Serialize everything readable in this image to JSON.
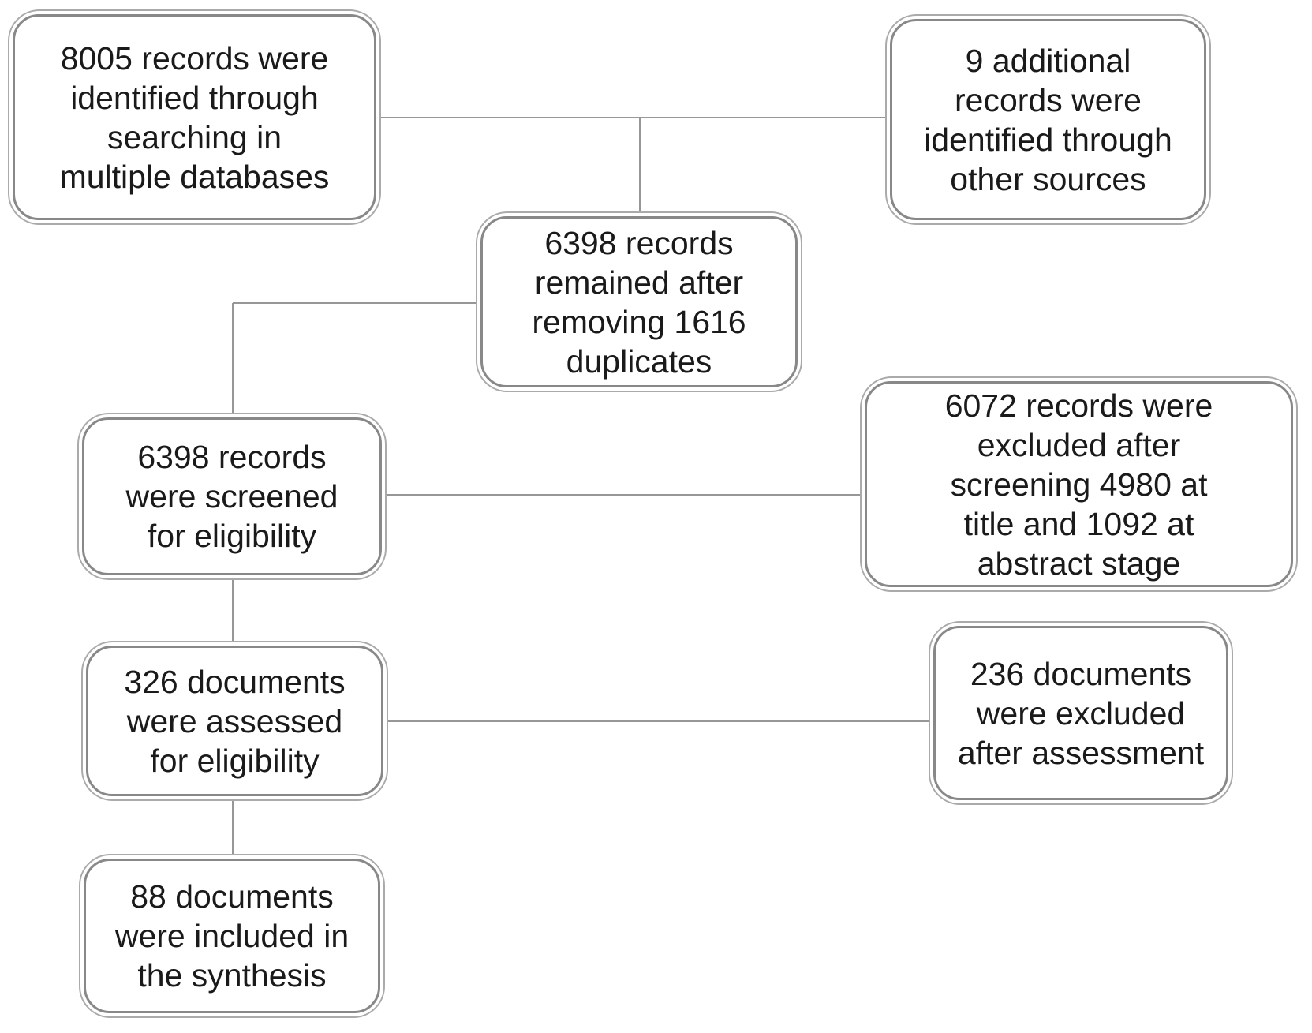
{
  "diagram": {
    "kind": "study-selection-flowchart",
    "colors": {
      "background": "#ffffff",
      "box_border_inner": "#888888",
      "box_border_outer": "#aaaaaa",
      "connector": "#979797",
      "text": "#1a1a1a"
    },
    "nodes": {
      "identified": {
        "text": "8005 records were\nidentified through\nsearching in\nmultiple databases",
        "count": 8005
      },
      "additional": {
        "text": "9 additional\nrecords were\nidentified through\nother sources",
        "count": 9
      },
      "deduplicated": {
        "text": "6398 records\nremained after\nremoving 1616\nduplicates",
        "count": 6398,
        "duplicates_removed": 1616
      },
      "screened": {
        "text": "6398 records\nwere screened\nfor eligibility",
        "count": 6398
      },
      "excluded_screening": {
        "text": "6072 records were\nexcluded after\nscreening 4980 at\ntitle and 1092 at\nabstract stage",
        "count": 6072,
        "excluded_at_title": 4980,
        "excluded_at_abstract": 1092
      },
      "assessed": {
        "text": "326 documents\nwere assessed\nfor eligibility",
        "count": 326
      },
      "excluded_assessment": {
        "text": "236 documents\nwere excluded\nafter assessment",
        "count": 236
      },
      "included": {
        "text": "88 documents\nwere included in\nthe synthesis",
        "count": 88
      }
    },
    "edges": [
      {
        "from": "identified",
        "to": "additional"
      },
      {
        "from": "identified+additional",
        "to": "deduplicated"
      },
      {
        "from": "deduplicated",
        "to": "screened"
      },
      {
        "from": "screened",
        "to": "excluded_screening"
      },
      {
        "from": "screened",
        "to": "assessed"
      },
      {
        "from": "assessed",
        "to": "excluded_assessment"
      },
      {
        "from": "assessed",
        "to": "included"
      }
    ]
  }
}
